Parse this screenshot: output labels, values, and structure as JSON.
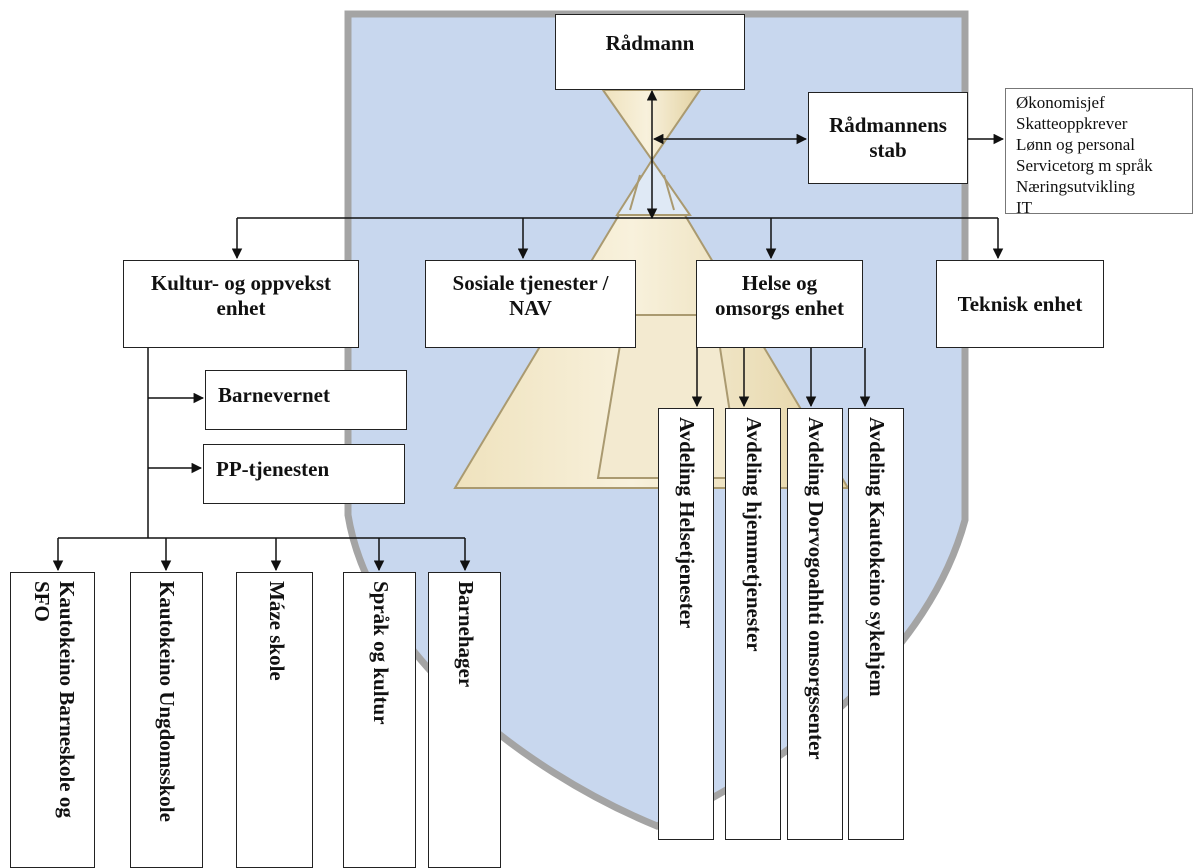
{
  "chart_title": "",
  "top": {
    "label": "Rådmann"
  },
  "staff": {
    "label": "Rådmannens stab",
    "items": [
      "Økonomisjef",
      "Skatteoppkrever",
      "Lønn og personal",
      "Servicetorg m språk",
      "Næringsutvikling",
      "IT"
    ]
  },
  "units": [
    {
      "label": "Kultur- og oppvekst enhet"
    },
    {
      "label": "Sosiale tjenester / NAV"
    },
    {
      "label": "Helse og omsorgs enhet"
    },
    {
      "label": "Teknisk enhet"
    }
  ],
  "culture_services": [
    "Barnevernet",
    "PP-tjenesten"
  ],
  "schools": [
    {
      "label": "Kautokeino Barneskole og SFO"
    },
    {
      "label": "Kautokeino Ungdomsskole"
    },
    {
      "label": "Máze skole"
    },
    {
      "label": "Språk og kultur"
    },
    {
      "label": "Barnehager"
    }
  ],
  "health_departments": [
    {
      "label": "Avdeling Helsetjenester"
    },
    {
      "label": "Avdeling hjemmetjenester"
    },
    {
      "label": "Avdeling Dorvogoahhti omsorgssenter"
    },
    {
      "label": "Avdeling Kautokeino sykehjem"
    }
  ]
}
